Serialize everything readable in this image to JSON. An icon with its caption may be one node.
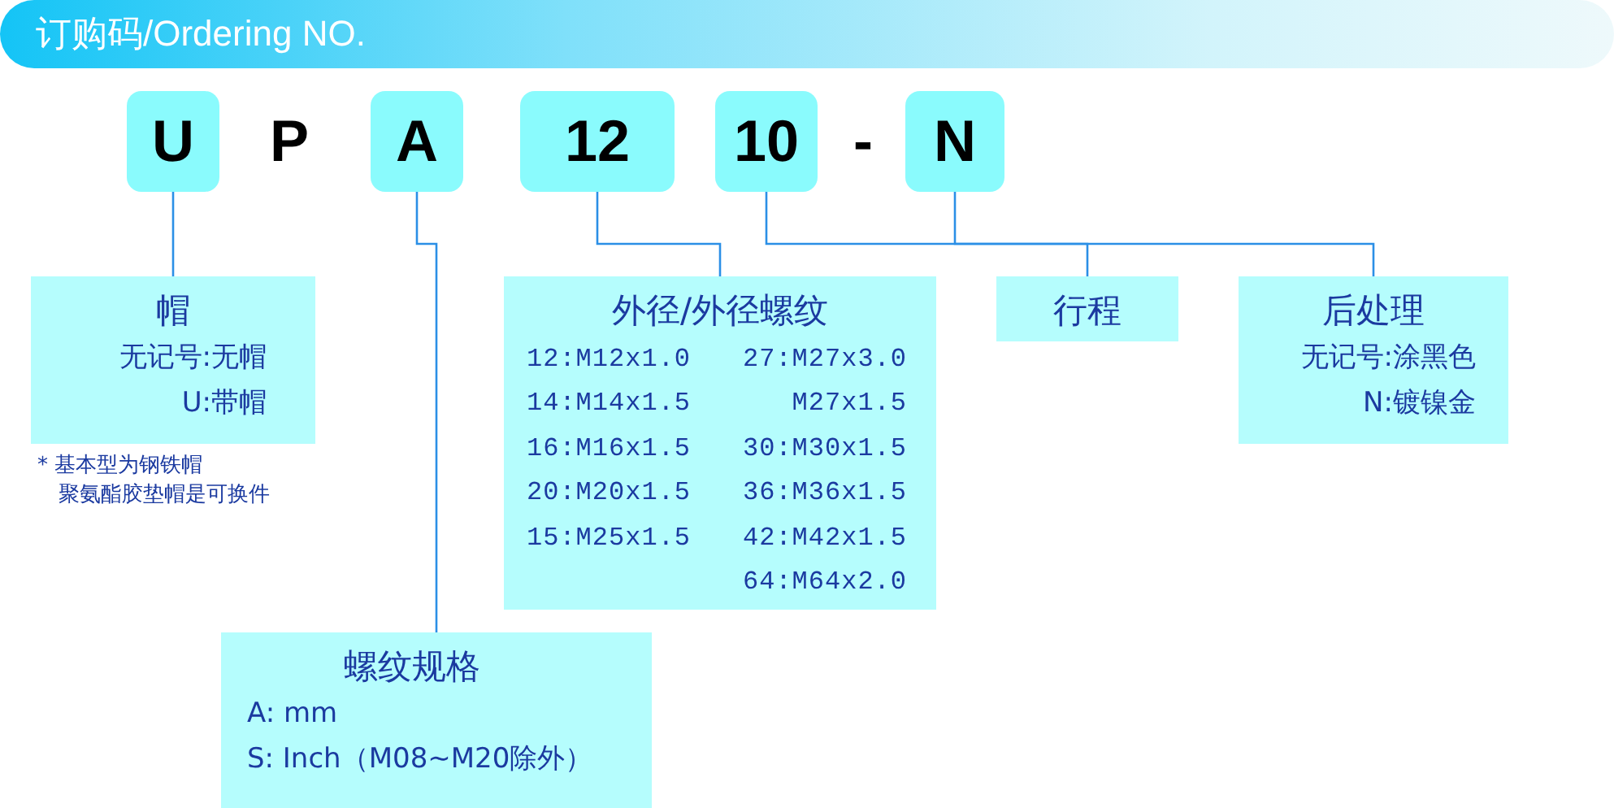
{
  "diagram": {
    "title": "订购码/Ordering NO.",
    "nodes": [
      {
        "text": [
          "U"
        ]
      },
      {
        "text": [
          "A"
        ]
      },
      {
        "text": [
          "12"
        ]
      },
      {
        "text": [
          "10"
        ]
      },
      {
        "text": [
          "N"
        ]
      },
      {
        "text": [
          "帽",
          "无记号:无帽",
          "U:带帽"
        ],
        "beside": [
          "* 基本型为钢铁帽",
          "聚氨酯胶垫帽是可换件"
        ]
      },
      {
        "text": [
          "外径/外径螺纹",
          "12:M12x1.0",
          "27:M27x3.0",
          "14:M14x1.5",
          "M27x1.5",
          "16:M16x1.5",
          "30:M30x1.5",
          "20:M20x1.5",
          "36:M36x1.5",
          "15:M25x1.5",
          "42:M42x1.5",
          "64:M64x2.0"
        ]
      },
      {
        "text": [
          "行程"
        ]
      },
      {
        "text": [
          "后处理",
          "无记号:涂黑色",
          "N:镀镍金"
        ]
      },
      {
        "text": [
          "螺纹规格",
          "A: mm",
          "S: Inch（M08~M20除外）"
        ]
      }
    ],
    "edges": [
      {
        "from": 0,
        "to": 5,
        "arrow": "none"
      },
      {
        "from": 1,
        "to": 9,
        "arrow": "none"
      },
      {
        "from": 2,
        "to": 6,
        "arrow": "none"
      },
      {
        "from": 3,
        "to": 7,
        "arrow": "none"
      },
      {
        "from": 4,
        "to": 8,
        "arrow": "none"
      }
    ],
    "labels": [
      "P",
      "-"
    ]
  }
}
